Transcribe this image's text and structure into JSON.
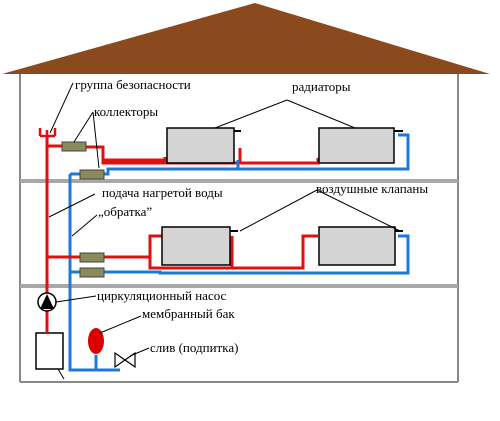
{
  "labels": {
    "safety_group": "группа безопасности",
    "collectors": "коллекторы",
    "radiators": "радиаторы",
    "supply": "подача нагретой воды",
    "return": "„обратка”",
    "air_valves": "воздушные клапаны",
    "pump": "циркуляционный насос",
    "tank": "мембранный бак",
    "drain": "слив (подпитка)"
  },
  "colors": {
    "roof": "#8B4A1E",
    "wall": "#888888",
    "floor": "#a8a8a8",
    "supply_pipe": "#e01010",
    "return_pipe": "#1e78d8",
    "radiator": "#d4d4d4",
    "collector": "#8a8a5a",
    "tank": "#dd0000"
  }
}
